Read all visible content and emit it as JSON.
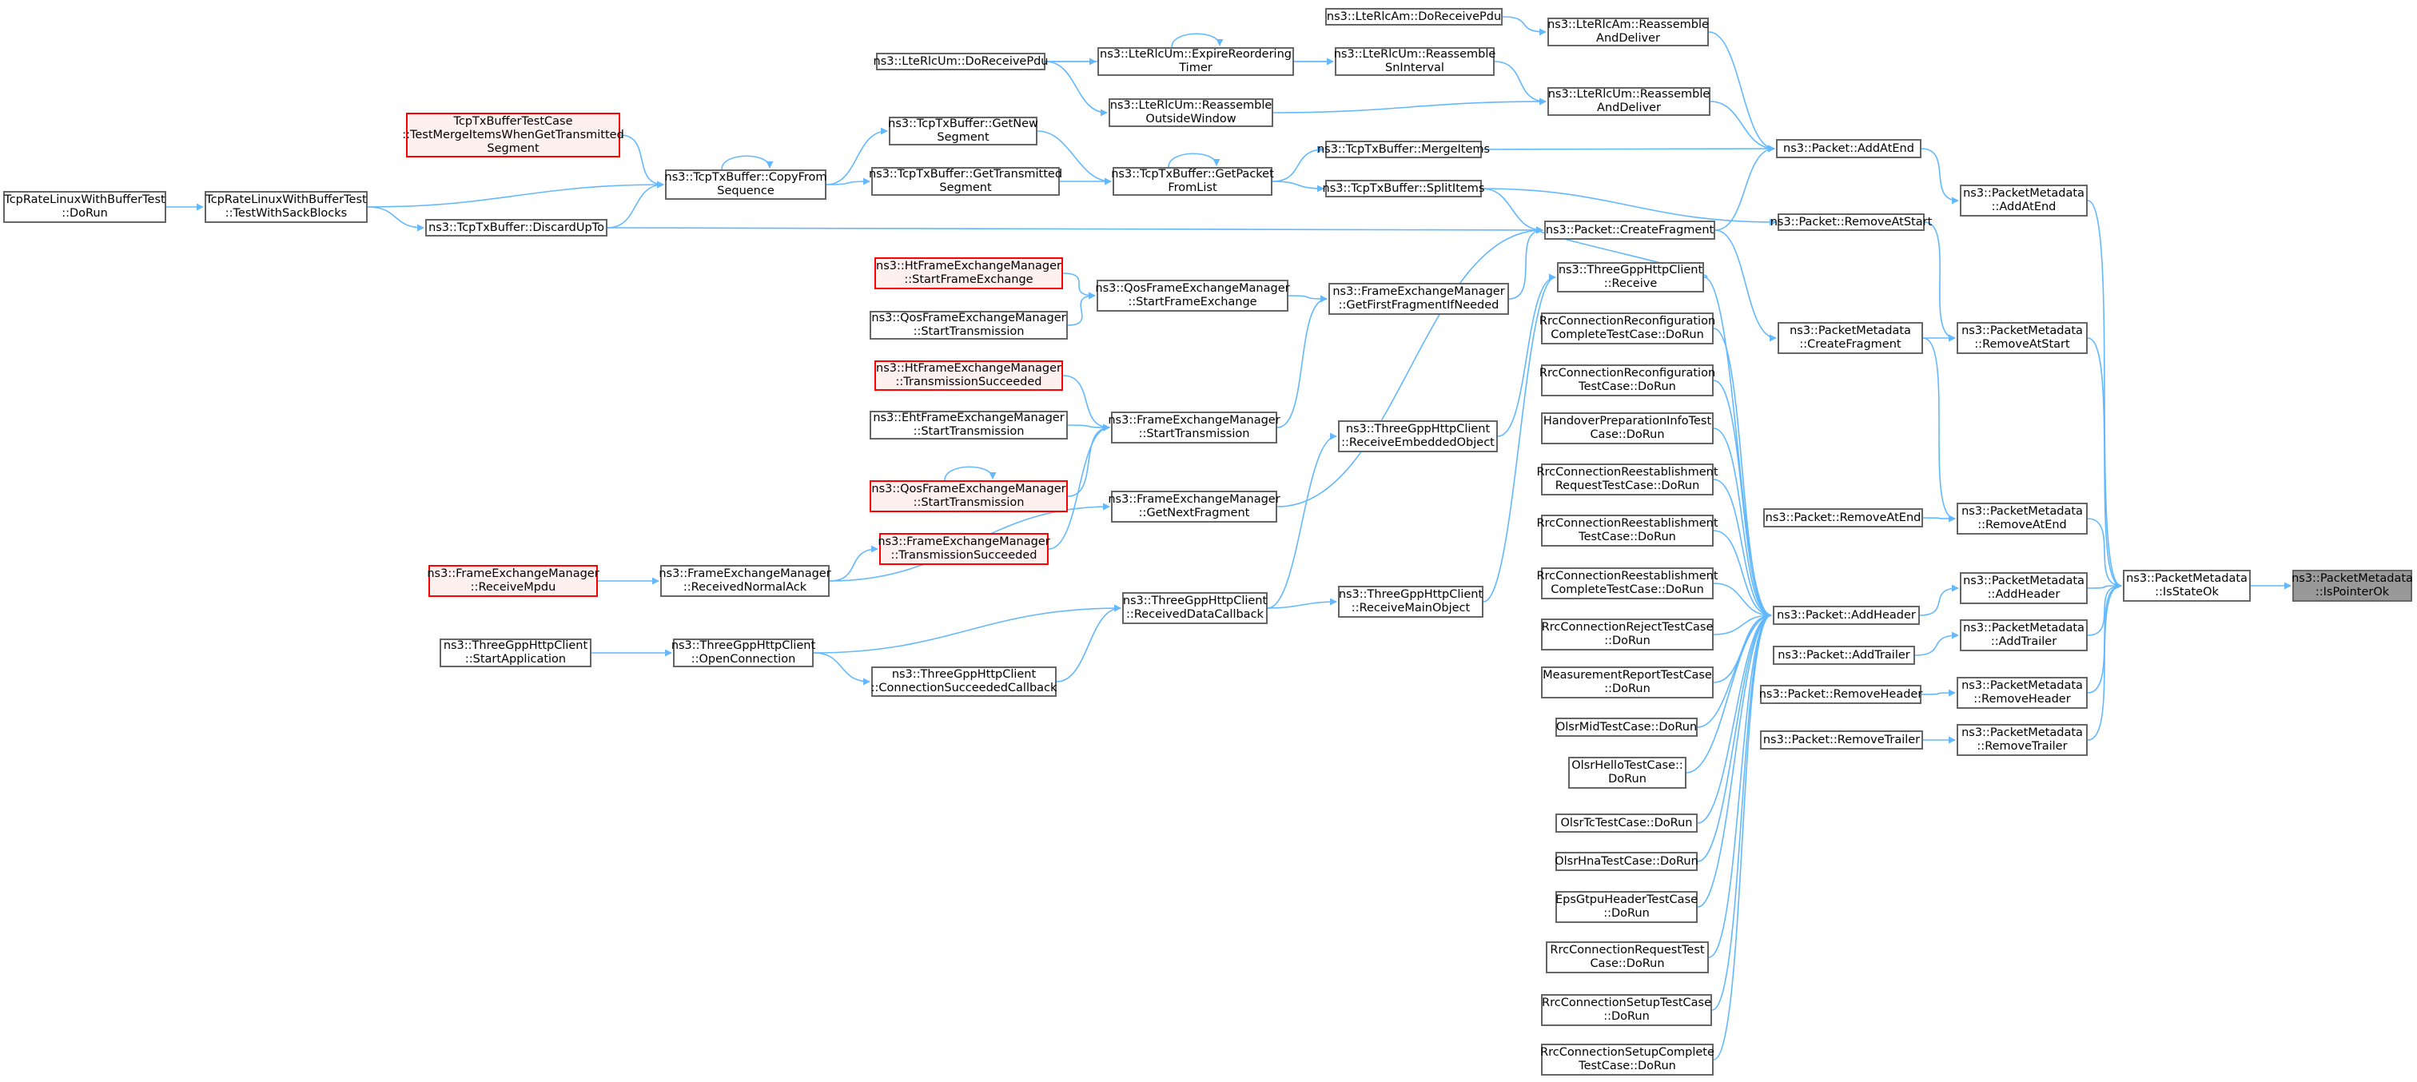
{
  "colors": {
    "edge": "#63b8ff",
    "border": "#666666",
    "boundary_border": "#ff0000",
    "boundary_fill": "#fff0f0",
    "target_fill": "#999999"
  },
  "nodes": [
    {
      "id": "trlwbt_dorun",
      "lines": [
        "TcpRateLinuxWithBufferTest",
        "::DoRun"
      ]
    },
    {
      "id": "trlwbt_sack",
      "lines": [
        "TcpRateLinuxWithBufferTest",
        "::TestWithSackBlocks"
      ]
    },
    {
      "id": "tcpbuftest_merge",
      "lines": [
        "TcpTxBufferTestCase",
        "::TestMergeItemsWhenGetTransmitted",
        "Segment"
      ],
      "style": "red"
    },
    {
      "id": "copyfrom",
      "lines": [
        "ns3::TcpTxBuffer::CopyFrom",
        "Sequence"
      ]
    },
    {
      "id": "discard",
      "lines": [
        "ns3::TcpTxBuffer::DiscardUpTo"
      ]
    },
    {
      "id": "getnew",
      "lines": [
        "ns3::TcpTxBuffer::GetNew",
        "Segment"
      ]
    },
    {
      "id": "gettrans",
      "lines": [
        "ns3::TcpTxBuffer::GetTransmitted",
        "Segment"
      ]
    },
    {
      "id": "getpacket",
      "lines": [
        "ns3::TcpTxBuffer::GetPacket",
        "FromList"
      ]
    },
    {
      "id": "mergeitems",
      "lines": [
        "ns3::TcpTxBuffer::MergeItems"
      ]
    },
    {
      "id": "splititems",
      "lines": [
        "ns3::TcpTxBuffer::SplitItems"
      ]
    },
    {
      "id": "rlcum_dorecv",
      "lines": [
        "ns3::LteRlcUm::DoReceivePdu"
      ]
    },
    {
      "id": "rlcum_expire",
      "lines": [
        "ns3::LteRlcUm::ExpireReordering",
        "Timer"
      ]
    },
    {
      "id": "rlcum_outside",
      "lines": [
        "ns3::LteRlcUm::Reassemble",
        "OutsideWindow"
      ]
    },
    {
      "id": "rlcam_dorecv",
      "lines": [
        "ns3::LteRlcAm::DoReceivePdu"
      ]
    },
    {
      "id": "rlcum_snint",
      "lines": [
        "ns3::LteRlcUm::Reassemble",
        "SnInterval"
      ]
    },
    {
      "id": "rlcam_reass",
      "lines": [
        "ns3::LteRlcAm::Reassemble",
        "AndDeliver"
      ]
    },
    {
      "id": "rlcum_reass",
      "lines": [
        "ns3::LteRlcUm::Reassemble",
        "AndDeliver"
      ]
    },
    {
      "id": "addatend",
      "lines": [
        "ns3::Packet::AddAtEnd"
      ]
    },
    {
      "id": "removeatstart",
      "lines": [
        "ns3::Packet::RemoveAtStart"
      ]
    },
    {
      "id": "createfragment",
      "lines": [
        "ns3::Packet::CreateFragment"
      ]
    },
    {
      "id": "tgpp_receive",
      "lines": [
        "ns3::ThreeGppHttpClient",
        "::Receive"
      ]
    },
    {
      "id": "ht_startfe",
      "lines": [
        "ns3::HtFrameExchangeManager",
        "::StartFrameExchange"
      ],
      "style": "red"
    },
    {
      "id": "qos_starttx_a",
      "lines": [
        "ns3::QosFrameExchangeManager",
        "::StartTransmission"
      ]
    },
    {
      "id": "qos_startfe",
      "lines": [
        "ns3::QosFrameExchangeManager",
        "::StartFrameExchange"
      ]
    },
    {
      "id": "fem_getfirst",
      "lines": [
        "ns3::FrameExchangeManager",
        "::GetFirstFragmentIfNeeded"
      ]
    },
    {
      "id": "ht_txsucc",
      "lines": [
        "ns3::HtFrameExchangeManager",
        "::TransmissionSucceeded"
      ],
      "style": "red"
    },
    {
      "id": "eht_starttx",
      "lines": [
        "ns3::EhtFrameExchangeManager",
        "::StartTransmission"
      ]
    },
    {
      "id": "qos_starttx_b",
      "lines": [
        "ns3::QosFrameExchangeManager",
        "::StartTransmission"
      ],
      "style": "red"
    },
    {
      "id": "fem_starttx",
      "lines": [
        "ns3::FrameExchangeManager",
        "::StartTransmission"
      ]
    },
    {
      "id": "fem_txsucc",
      "lines": [
        "ns3::FrameExchangeManager",
        "::TransmissionSucceeded"
      ],
      "style": "red"
    },
    {
      "id": "fem_getnext",
      "lines": [
        "ns3::FrameExchangeManager",
        "::GetNextFragment"
      ]
    },
    {
      "id": "fem_recvmpdu",
      "lines": [
        "ns3::FrameExchangeManager",
        "::ReceiveMpdu"
      ],
      "style": "red"
    },
    {
      "id": "fem_recvack",
      "lines": [
        "ns3::FrameExchangeManager",
        "::ReceivedNormalAck"
      ]
    },
    {
      "id": "tgpp_recvemb",
      "lines": [
        "ns3::ThreeGppHttpClient",
        "::ReceiveEmbeddedObject"
      ]
    },
    {
      "id": "tgpp_recvdata",
      "lines": [
        "ns3::ThreeGppHttpClient",
        "::ReceivedDataCallback"
      ]
    },
    {
      "id": "tgpp_recvmain",
      "lines": [
        "ns3::ThreeGppHttpClient",
        "::ReceiveMainObject"
      ]
    },
    {
      "id": "tgpp_startapp",
      "lines": [
        "ns3::ThreeGppHttpClient",
        "::StartApplication"
      ]
    },
    {
      "id": "tgpp_openconn",
      "lines": [
        "ns3::ThreeGppHttpClient",
        "::OpenConnection"
      ]
    },
    {
      "id": "tgpp_connsucc",
      "lines": [
        "ns3::ThreeGppHttpClient",
        "::ConnectionSucceededCallback"
      ]
    },
    {
      "id": "t_rrc_reconf_c",
      "lines": [
        "RrcConnectionReconfiguration",
        "CompleteTestCase::DoRun"
      ]
    },
    {
      "id": "t_rrc_reconf",
      "lines": [
        "RrcConnectionReconfiguration",
        "TestCase::DoRun"
      ]
    },
    {
      "id": "t_handover",
      "lines": [
        "HandoverPreparationInfoTest",
        "Case::DoRun"
      ]
    },
    {
      "id": "t_rrc_reest_req",
      "lines": [
        "RrcConnectionReestablishment",
        "RequestTestCase::DoRun"
      ]
    },
    {
      "id": "t_rrc_reest",
      "lines": [
        "RrcConnectionReestablishment",
        "TestCase::DoRun"
      ]
    },
    {
      "id": "t_rrc_reest_c",
      "lines": [
        "RrcConnectionReestablishment",
        "CompleteTestCase::DoRun"
      ]
    },
    {
      "id": "t_rrc_reject",
      "lines": [
        "RrcConnectionRejectTestCase",
        "::DoRun"
      ]
    },
    {
      "id": "t_meas",
      "lines": [
        "MeasurementReportTestCase",
        "::DoRun"
      ]
    },
    {
      "id": "t_olsr_mid",
      "lines": [
        "OlsrMidTestCase::DoRun"
      ]
    },
    {
      "id": "t_olsr_hello",
      "lines": [
        "OlsrHelloTestCase::",
        "DoRun"
      ]
    },
    {
      "id": "t_olsr_tc",
      "lines": [
        "OlsrTcTestCase::DoRun"
      ]
    },
    {
      "id": "t_olsr_hna",
      "lines": [
        "OlsrHnaTestCase::DoRun"
      ]
    },
    {
      "id": "t_eps",
      "lines": [
        "EpsGtpuHeaderTestCase",
        "::DoRun"
      ]
    },
    {
      "id": "t_rrc_req",
      "lines": [
        "RrcConnectionRequestTest",
        "Case::DoRun"
      ]
    },
    {
      "id": "t_rrc_setup",
      "lines": [
        "RrcConnectionSetupTestCase",
        "::DoRun"
      ]
    },
    {
      "id": "t_rrc_setup_c",
      "lines": [
        "RrcConnectionSetupComplete",
        "TestCase::DoRun"
      ]
    },
    {
      "id": "pm_createfrag",
      "lines": [
        "ns3::PacketMetadata",
        "::CreateFragment"
      ]
    },
    {
      "id": "removeatend",
      "lines": [
        "ns3::Packet::RemoveAtEnd"
      ]
    },
    {
      "id": "addheader",
      "lines": [
        "ns3::Packet::AddHeader"
      ]
    },
    {
      "id": "addtrailer",
      "lines": [
        "ns3::Packet::AddTrailer"
      ]
    },
    {
      "id": "removeheader",
      "lines": [
        "ns3::Packet::RemoveHeader"
      ]
    },
    {
      "id": "removetrailer",
      "lines": [
        "ns3::Packet::RemoveTrailer"
      ]
    },
    {
      "id": "pm_addatend",
      "lines": [
        "ns3::PacketMetadata",
        "::AddAtEnd"
      ]
    },
    {
      "id": "pm_removeatstart",
      "lines": [
        "ns3::PacketMetadata",
        "::RemoveAtStart"
      ]
    },
    {
      "id": "pm_removeatend",
      "lines": [
        "ns3::PacketMetadata",
        "::RemoveAtEnd"
      ]
    },
    {
      "id": "pm_addheader",
      "lines": [
        "ns3::PacketMetadata",
        "::AddHeader"
      ]
    },
    {
      "id": "pm_addtrailer",
      "lines": [
        "ns3::PacketMetadata",
        "::AddTrailer"
      ]
    },
    {
      "id": "pm_removeheader",
      "lines": [
        "ns3::PacketMetadata",
        "::RemoveHeader"
      ]
    },
    {
      "id": "pm_removetrailer",
      "lines": [
        "ns3::PacketMetadata",
        "::RemoveTrailer"
      ]
    },
    {
      "id": "pm_isstateok",
      "lines": [
        "ns3::PacketMetadata",
        "::IsStateOk"
      ]
    },
    {
      "id": "pm_ispointerok",
      "lines": [
        "ns3::PacketMetadata",
        "::IsPointerOk"
      ],
      "style": "target"
    }
  ],
  "edges": [
    [
      "trlwbt_dorun",
      "trlwbt_sack"
    ],
    [
      "trlwbt_sack",
      "copyfrom"
    ],
    [
      "trlwbt_sack",
      "discard"
    ],
    [
      "tcpbuftest_merge",
      "copyfrom"
    ],
    [
      "discard",
      "copyfrom"
    ],
    [
      "discard",
      "createfragment"
    ],
    [
      "copyfrom",
      "copyfrom"
    ],
    [
      "copyfrom",
      "getnew"
    ],
    [
      "copyfrom",
      "gettrans"
    ],
    [
      "getnew",
      "getpacket"
    ],
    [
      "gettrans",
      "getpacket"
    ],
    [
      "getpacket",
      "getpacket"
    ],
    [
      "getpacket",
      "mergeitems"
    ],
    [
      "getpacket",
      "splititems"
    ],
    [
      "mergeitems",
      "addatend"
    ],
    [
      "splititems",
      "createfragment"
    ],
    [
      "splititems",
      "removeatstart"
    ],
    [
      "rlcum_dorecv",
      "rlcum_expire"
    ],
    [
      "rlcum_dorecv",
      "rlcum_outside"
    ],
    [
      "rlcum_dorecv",
      "rlcum_snint"
    ],
    [
      "rlcum_expire",
      "rlcum_expire"
    ],
    [
      "rlcum_expire",
      "rlcum_snint"
    ],
    [
      "rlcum_outside",
      "rlcum_reass"
    ],
    [
      "rlcum_snint",
      "rlcum_reass"
    ],
    [
      "rlcam_dorecv",
      "rlcam_reass"
    ],
    [
      "rlcam_reass",
      "addatend"
    ],
    [
      "rlcum_reass",
      "addatend"
    ],
    [
      "createfragment",
      "addatend"
    ],
    [
      "createfragment",
      "pm_createfrag"
    ],
    [
      "tgpp_receive",
      "createfragment"
    ],
    [
      "tgpp_receive",
      "addheader"
    ],
    [
      "ht_startfe",
      "qos_startfe"
    ],
    [
      "qos_starttx_a",
      "qos_startfe"
    ],
    [
      "qos_startfe",
      "fem_getfirst"
    ],
    [
      "fem_getfirst",
      "createfragment"
    ],
    [
      "ht_txsucc",
      "fem_starttx"
    ],
    [
      "eht_starttx",
      "fem_starttx"
    ],
    [
      "qos_starttx_b",
      "qos_starttx_b"
    ],
    [
      "qos_starttx_b",
      "fem_starttx"
    ],
    [
      "fem_txsucc",
      "fem_starttx"
    ],
    [
      "fem_starttx",
      "fem_getfirst"
    ],
    [
      "fem_recvmpdu",
      "fem_recvack"
    ],
    [
      "fem_recvack",
      "fem_txsucc"
    ],
    [
      "fem_recvack",
      "fem_getnext"
    ],
    [
      "fem_getnext",
      "createfragment"
    ],
    [
      "tgpp_recvdata",
      "tgpp_recvemb"
    ],
    [
      "tgpp_recvdata",
      "tgpp_recvmain"
    ],
    [
      "tgpp_recvemb",
      "tgpp_receive"
    ],
    [
      "tgpp_recvmain",
      "tgpp_receive"
    ],
    [
      "tgpp_startapp",
      "tgpp_openconn"
    ],
    [
      "tgpp_openconn",
      "tgpp_recvdata"
    ],
    [
      "tgpp_openconn",
      "tgpp_connsucc"
    ],
    [
      "tgpp_connsucc",
      "tgpp_recvdata"
    ],
    [
      "t_rrc_reconf_c",
      "addheader"
    ],
    [
      "t_rrc_reconf",
      "addheader"
    ],
    [
      "t_handover",
      "addheader"
    ],
    [
      "t_rrc_reest_req",
      "addheader"
    ],
    [
      "t_rrc_reest",
      "addheader"
    ],
    [
      "t_rrc_reest_c",
      "addheader"
    ],
    [
      "t_rrc_reject",
      "addheader"
    ],
    [
      "t_meas",
      "addheader"
    ],
    [
      "t_olsr_mid",
      "addheader"
    ],
    [
      "t_olsr_hello",
      "addheader"
    ],
    [
      "t_olsr_tc",
      "addheader"
    ],
    [
      "t_olsr_hna",
      "addheader"
    ],
    [
      "t_eps",
      "addheader"
    ],
    [
      "t_rrc_req",
      "addheader"
    ],
    [
      "t_rrc_setup",
      "addheader"
    ],
    [
      "t_rrc_setup_c",
      "addheader"
    ],
    [
      "addatend",
      "pm_addatend"
    ],
    [
      "removeatstart",
      "pm_removeatstart"
    ],
    [
      "pm_createfrag",
      "pm_removeatstart"
    ],
    [
      "pm_createfrag",
      "pm_removeatend"
    ],
    [
      "removeatend",
      "pm_removeatend"
    ],
    [
      "addheader",
      "pm_addheader"
    ],
    [
      "addtrailer",
      "pm_addtrailer"
    ],
    [
      "removeheader",
      "pm_removeheader"
    ],
    [
      "removetrailer",
      "pm_removetrailer"
    ],
    [
      "pm_addatend",
      "pm_isstateok"
    ],
    [
      "pm_removeatstart",
      "pm_isstateok"
    ],
    [
      "pm_removeatend",
      "pm_isstateok"
    ],
    [
      "pm_addheader",
      "pm_isstateok"
    ],
    [
      "pm_addtrailer",
      "pm_isstateok"
    ],
    [
      "pm_removeheader",
      "pm_isstateok"
    ],
    [
      "pm_removetrailer",
      "pm_isstateok"
    ],
    [
      "pm_isstateok",
      "pm_ispointerok"
    ]
  ]
}
